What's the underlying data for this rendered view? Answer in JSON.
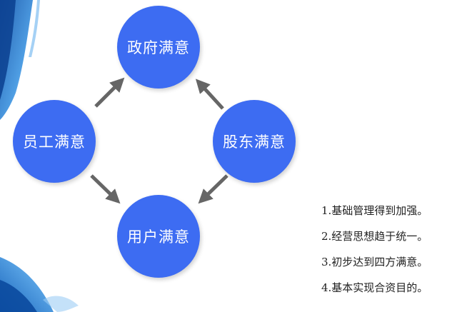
{
  "colors": {
    "node_fill": "#3d6cf2",
    "arrow": "#666666",
    "text": "#222222",
    "decoration": "#1e70c4"
  },
  "diagram": {
    "nodes": {
      "government": "政府满意",
      "staff": "员工满意",
      "shareholder": "股东满意",
      "user": "用户满意"
    },
    "arrows": [
      {
        "from": "staff",
        "to": "government"
      },
      {
        "from": "shareholder",
        "to": "government"
      },
      {
        "from": "staff",
        "to": "user"
      },
      {
        "from": "shareholder",
        "to": "user"
      }
    ]
  },
  "goals": [
    "1.基础管理得到加强。",
    "2.经营思想趋于统一。",
    "3.初步达到四方满意。",
    "4.基本实现合资目的。"
  ]
}
